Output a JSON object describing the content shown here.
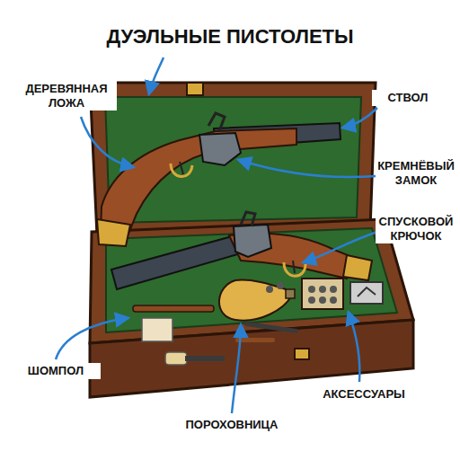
{
  "diagram": {
    "title": "ДУЭЛЬНЫЕ ПИСТОЛЕТЫ",
    "labels": [
      "ДЕРЕВЯННАЯ ЛОЖА",
      "СТВОЛ",
      "КРЕМНЁВЫЙ ЗАМОК",
      "СПУСКОВОЙ КРЮЧОК",
      "ШОМПОЛ",
      "ПОРОХОВНИЦА",
      "АКСЕССУАРЫ"
    ]
  }
}
